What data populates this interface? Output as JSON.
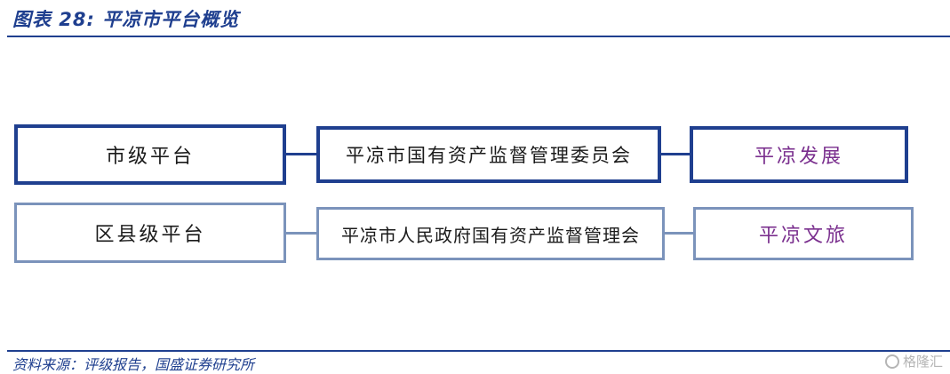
{
  "title": "图表 28:  平凉市平台概览",
  "rows": [
    {
      "level": "市级平台",
      "authority": "平凉市国有资产监督管理委员会",
      "platform": "平凉发展"
    },
    {
      "level": "区县级平台",
      "authority": "平凉市人民政府国有资产监督管理会",
      "platform": "平凉文旅"
    }
  ],
  "source": "资料来源：评级报告，国盛证券研究所",
  "watermark": "格隆汇"
}
